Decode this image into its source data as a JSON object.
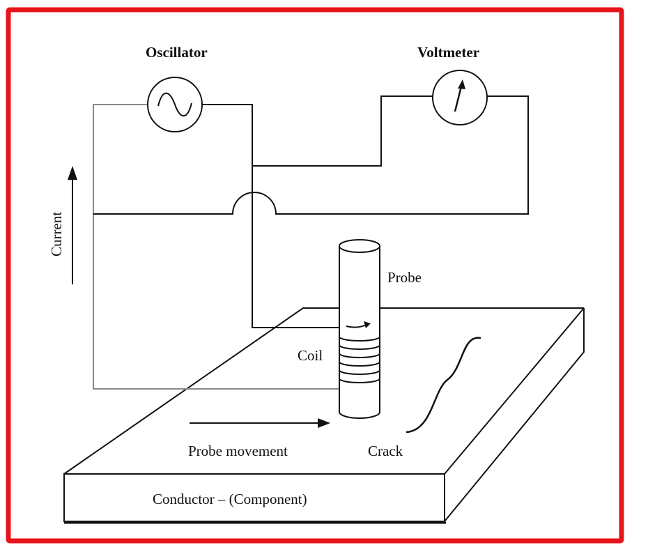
{
  "labels": {
    "oscillator": "Oscillator",
    "voltmeter": "Voltmeter",
    "current": "Current",
    "probe": "Probe",
    "coil": "Coil",
    "crack": "Crack",
    "probe_movement": "Probe movement",
    "conductor": "Conductor – (Component)"
  },
  "colors": {
    "border": "#e8141c",
    "line": "#111111",
    "wire_gray": "#8a8a8a"
  }
}
